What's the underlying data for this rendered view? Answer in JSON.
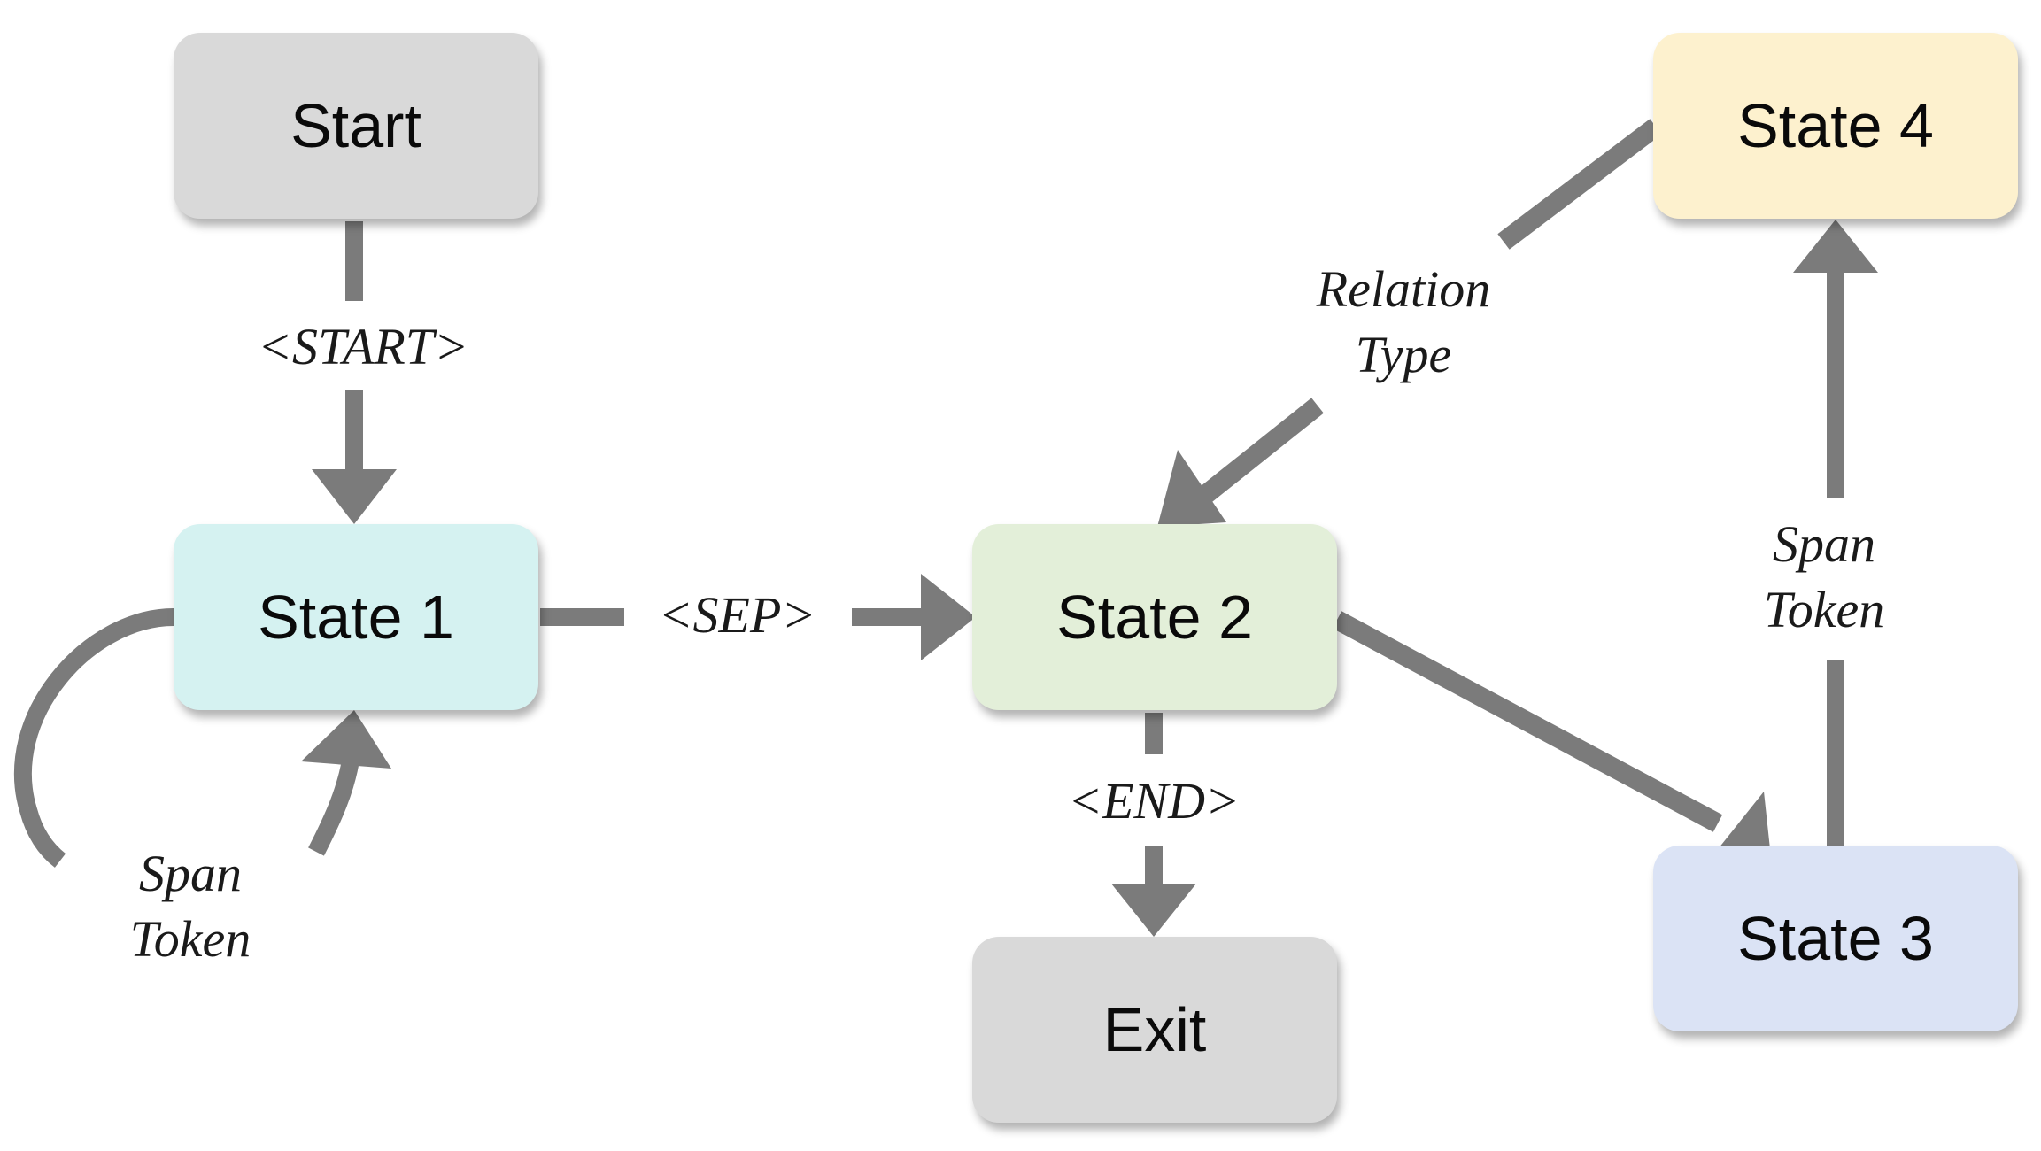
{
  "colors": {
    "arrow": "#7b7b7b",
    "start_fill": "#d9d9d9",
    "state1_fill": "#d5f2f1",
    "state2_fill": "#e3efd9",
    "state3_fill": "#dbe3f5",
    "state4_fill": "#fdf1ce",
    "exit_fill": "#d9d9d9"
  },
  "nodes": {
    "start": "Start",
    "state1": "State 1",
    "state2": "State 2",
    "state3": "State 3",
    "state4": "State 4",
    "exit": "Exit"
  },
  "edges": {
    "start_to_state1": "<START>",
    "state1_to_state2": "<SEP>",
    "state2_to_exit": "<END>",
    "state1_loop": [
      "Span",
      "Token"
    ],
    "state3_to_state4": [
      "Span",
      "Token"
    ],
    "state4_to_state2": [
      "Relation",
      "Type"
    ]
  }
}
